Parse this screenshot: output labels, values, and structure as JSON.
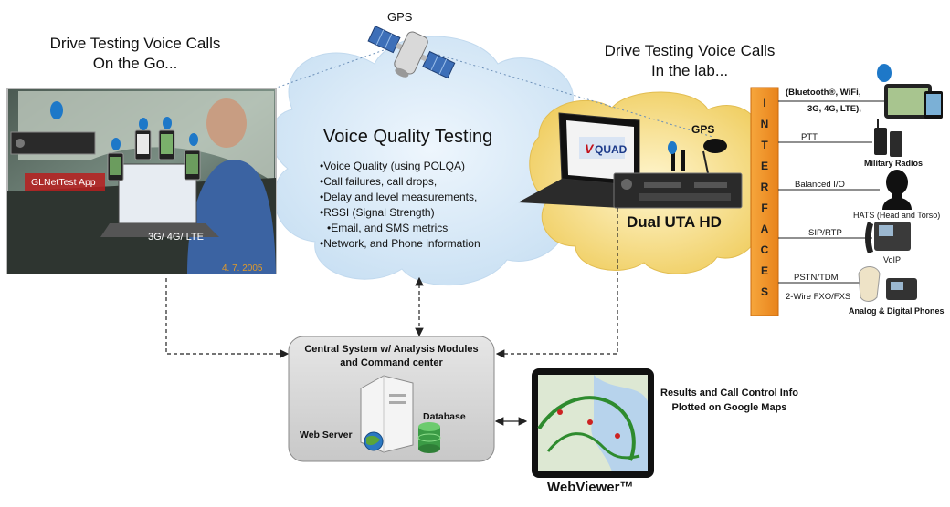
{
  "left_heading": {
    "line1": "Drive Testing Voice Calls",
    "line2": "On the Go..."
  },
  "right_heading": {
    "line1": "Drive Testing Voice Calls",
    "line2": "In the lab..."
  },
  "gps_top": "GPS",
  "car_photo": {
    "app_label": "GLNetTest App",
    "network_label": "3G/ 4G/ LTE",
    "photo_date": "4. 7. 2005"
  },
  "voice_cloud": {
    "title": "Voice Quality Testing",
    "bullets": [
      "Voice Quality (using POLQA)",
      "Call failures, call drops,",
      "Delay and level measurements,",
      "RSSI (Signal Strength)",
      "Email, and SMS metrics",
      "Network, and Phone information"
    ]
  },
  "lab": {
    "gps_label": "GPS",
    "device_label": "Dual UTA HD",
    "logo_text": "VQUAD",
    "logo_tm": "™"
  },
  "interfaces": {
    "title_letters": [
      "I",
      "N",
      "T",
      "E",
      "R",
      "F",
      "A",
      "C",
      "E",
      "S"
    ],
    "rows": [
      {
        "label_lines": [
          "(Bluetooth®, WiFi,",
          "3G, 4G, LTE),"
        ],
        "device": ""
      },
      {
        "label_lines": [
          "PTT"
        ],
        "device": "Military Radios"
      },
      {
        "label_lines": [
          "Balanced I/O"
        ],
        "device": "HATS (Head and Torso)"
      },
      {
        "label_lines": [
          "SIP/RTP"
        ],
        "device": "VoIP"
      },
      {
        "label_lines": [
          "PSTN/TDM",
          "2-Wire FXO/FXS"
        ],
        "device": "Analog & Digital Phones"
      }
    ]
  },
  "central": {
    "title_line1": "Central System w/ Analysis Modules",
    "title_line2": "and Command center",
    "web_server": "Web Server",
    "database": "Database"
  },
  "webviewer": {
    "label": "WebViewer™",
    "results_line1": "Results and Call Control Info",
    "results_line2": "Plotted on Google Maps"
  },
  "colors": {
    "cloud_blue": "#d7e9f7",
    "cloud_gold": "#f2d57a",
    "interface_orange": "#f39a2b",
    "central_box": "#d6d6d6",
    "bluetooth": "#1e78c8"
  }
}
